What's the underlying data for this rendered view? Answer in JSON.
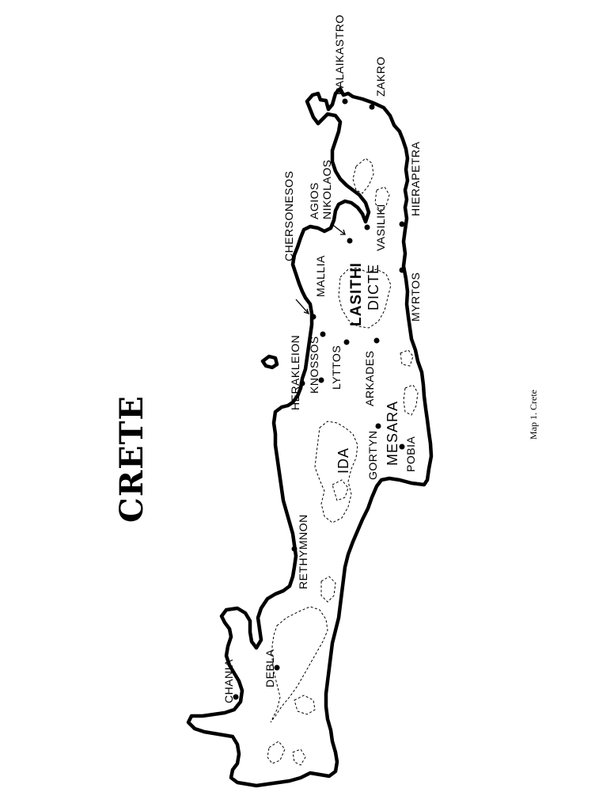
{
  "title": "CRETE",
  "caption": "Map 1. Crete",
  "places": {
    "palaikastro": "PALAIKASTRO",
    "zakro": "ZAKRO",
    "agios_nikolaos": "AGIOS NIKOLAOS",
    "hierapetra": "HIERAPETRA",
    "chersonesos": "CHERSONESOS",
    "vasiliki": "VASILIKI",
    "mallia": "MALLIA",
    "myrtos": "MYRTOS",
    "herakleion": "HERAKLEION",
    "knossos": "KNOSSOS",
    "lyttos": "LYTTOS",
    "arkades": "ARKADES",
    "gortyn": "GORTYN",
    "pobia": "POBIA",
    "rethymnon": "RETHYMNON",
    "chania": "CHANIA",
    "debla": "DEBLA"
  },
  "regions": {
    "lasithi": "LASITHI",
    "dicte": "DICTE",
    "ida": "IDA",
    "mesara": "MESARA"
  }
}
